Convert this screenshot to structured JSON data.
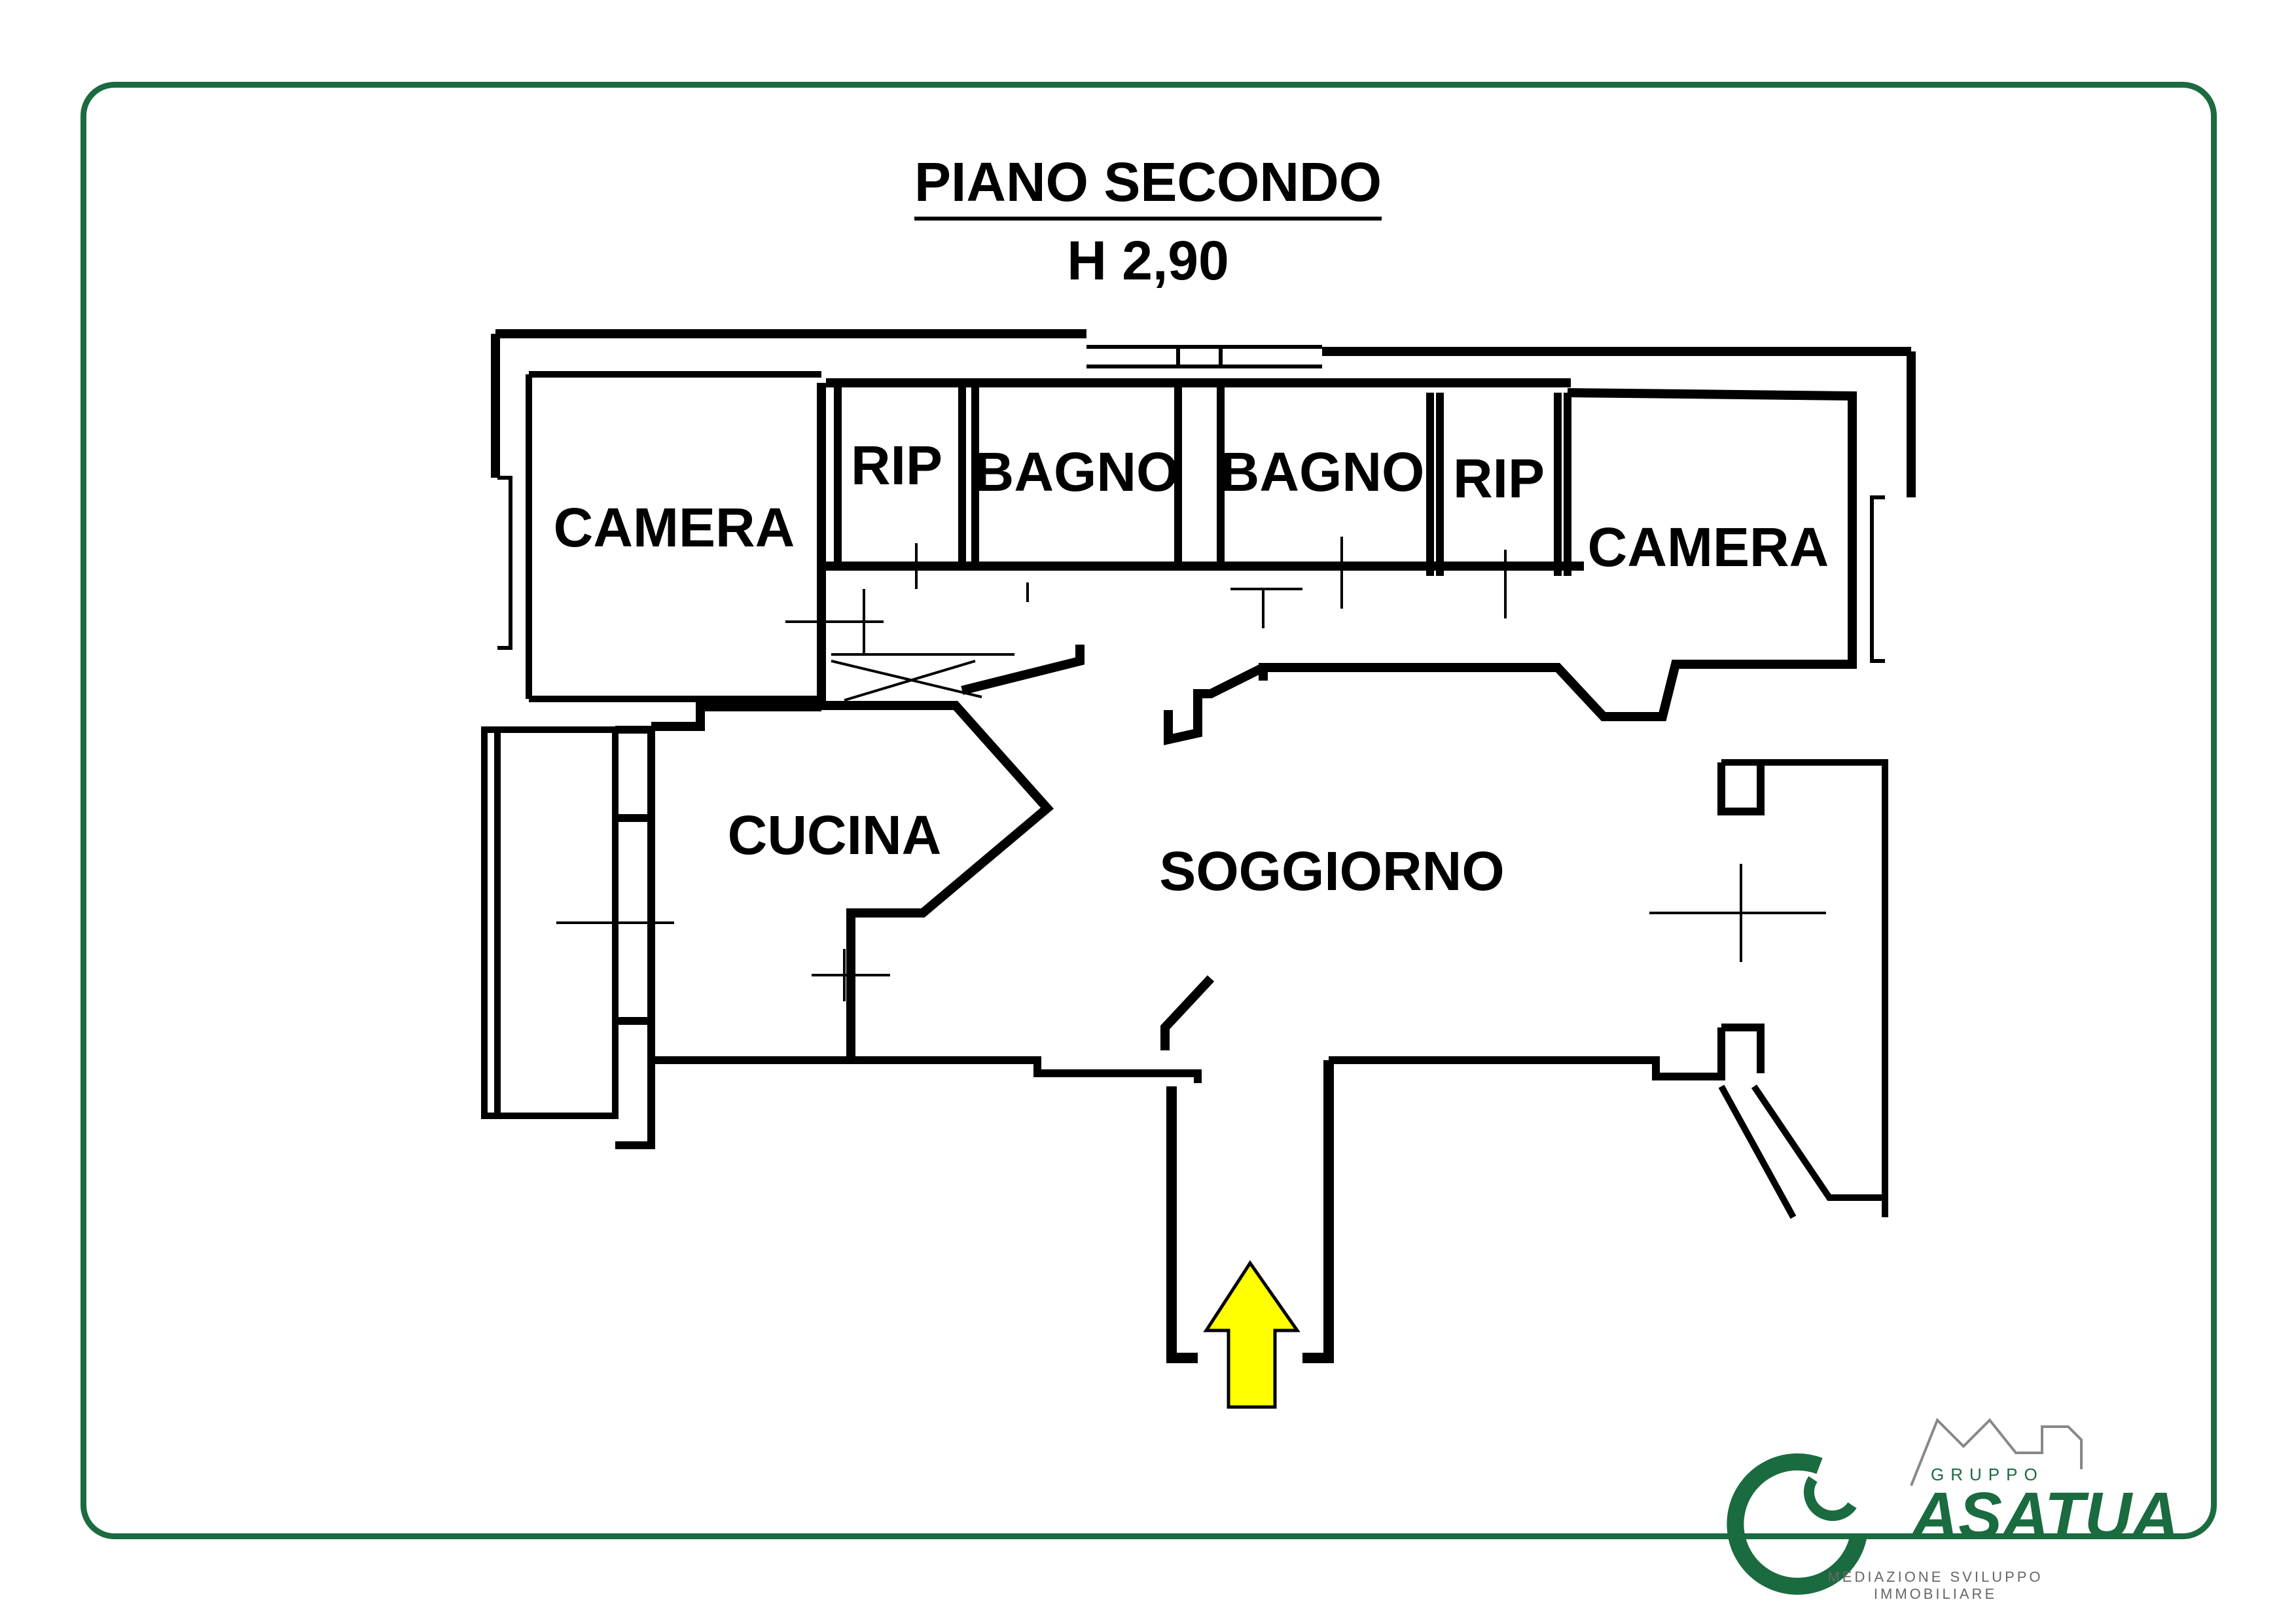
{
  "header": {
    "title": "PIANO SECONDO",
    "height_label": "H 2,90"
  },
  "rooms": {
    "camera_left": "CAMERA",
    "rip_left": "RIP",
    "bagno_left": "BAGNO",
    "bagno_right": "BAGNO",
    "rip_right": "RIP",
    "camera_right": "CAMERA",
    "cucina": "CUCINA",
    "soggiorno": "SOGGIORNO"
  },
  "logo": {
    "brand": "ASATUA",
    "group": "GRUPPO",
    "tagline": "MEDIAZIONE SVILUPPO IMMOBILIARE"
  },
  "colors": {
    "frame": "#1a6b3f",
    "entrance_arrow": "#ffff00",
    "walls": "#000000"
  },
  "icons": {
    "entrance": "up-arrow-icon",
    "logo": "casatua-logo"
  }
}
